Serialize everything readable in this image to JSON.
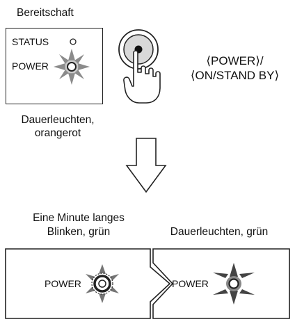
{
  "standby": {
    "caption": "Bereitschaft",
    "status_label": "STATUS",
    "power_label": "POWER",
    "description_line1": "Dauerleuchten,",
    "description_line2": "orangerot"
  },
  "power_button": {
    "label_line1": "⟨POWER⟩/",
    "label_line2": "⟨ON/STAND BY⟩"
  },
  "result": {
    "blinking_caption_line1": "Eine Minute langes",
    "blinking_caption_line2": "Blinken, grün",
    "steady_caption": "Dauerleuchten, grün",
    "panel_left_power_label": "POWER",
    "panel_right_power_label": "POWER"
  },
  "colors": {
    "outline": "#222222",
    "led_glow": "#555555",
    "button_fill": "#d9d9d9"
  }
}
